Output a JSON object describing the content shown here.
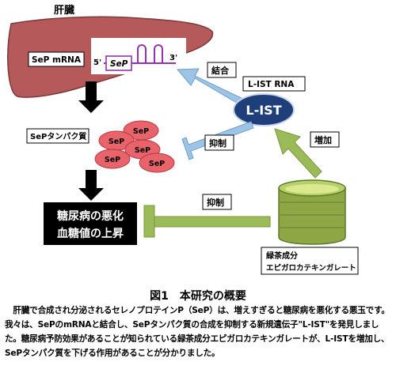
{
  "labels": {
    "liver": "肝臓",
    "sep_mrna": "SeP mRNA",
    "five_prime": "5'",
    "three_prime": "3'",
    "sep_orf": "SeP",
    "binding": "結合",
    "lncrna_name": "L-IST RNA",
    "lnc": "L-IST",
    "sep_protein": "SePタンパク質",
    "protein_unit": "SeP",
    "inhibit": "抑制",
    "increase": "増加",
    "outcome_line1": "糖尿病の悪化",
    "outcome_line2": "血糖値の上昇",
    "tea_line1": "緑茶成分",
    "tea_line2": "エピガロカテキンガレート"
  },
  "colors": {
    "liver": "#b5595a",
    "liver_edge": "#7a3a3a",
    "stemloop": "#9333b0",
    "light_blue": "#9dc3e6",
    "lnc_fill": "#1f3f7a",
    "protein_fill": "#e9636b",
    "green_arrow": "#9bbb59",
    "green_bar": "#8aa857",
    "outcome_fill": "#000000",
    "tea_cup": "#8da744"
  },
  "caption": {
    "title": "図1　本研究の概要",
    "body": "　肝臓で合成され分泌されるセレノプロテインP（SeP）は、増えすぎると糖尿病を悪化する悪玉です。我々は、SePのmRNAと結合し、SePタンパク質の合成を抑制する新規遺伝子\"L-IST\"を発見しました。糖尿病予防効果があることが知られている緑茶成分エピガロカテキンガレートが、L-ISTを増加し、SePタンパク質を下げる作用があることが分かりました。"
  }
}
